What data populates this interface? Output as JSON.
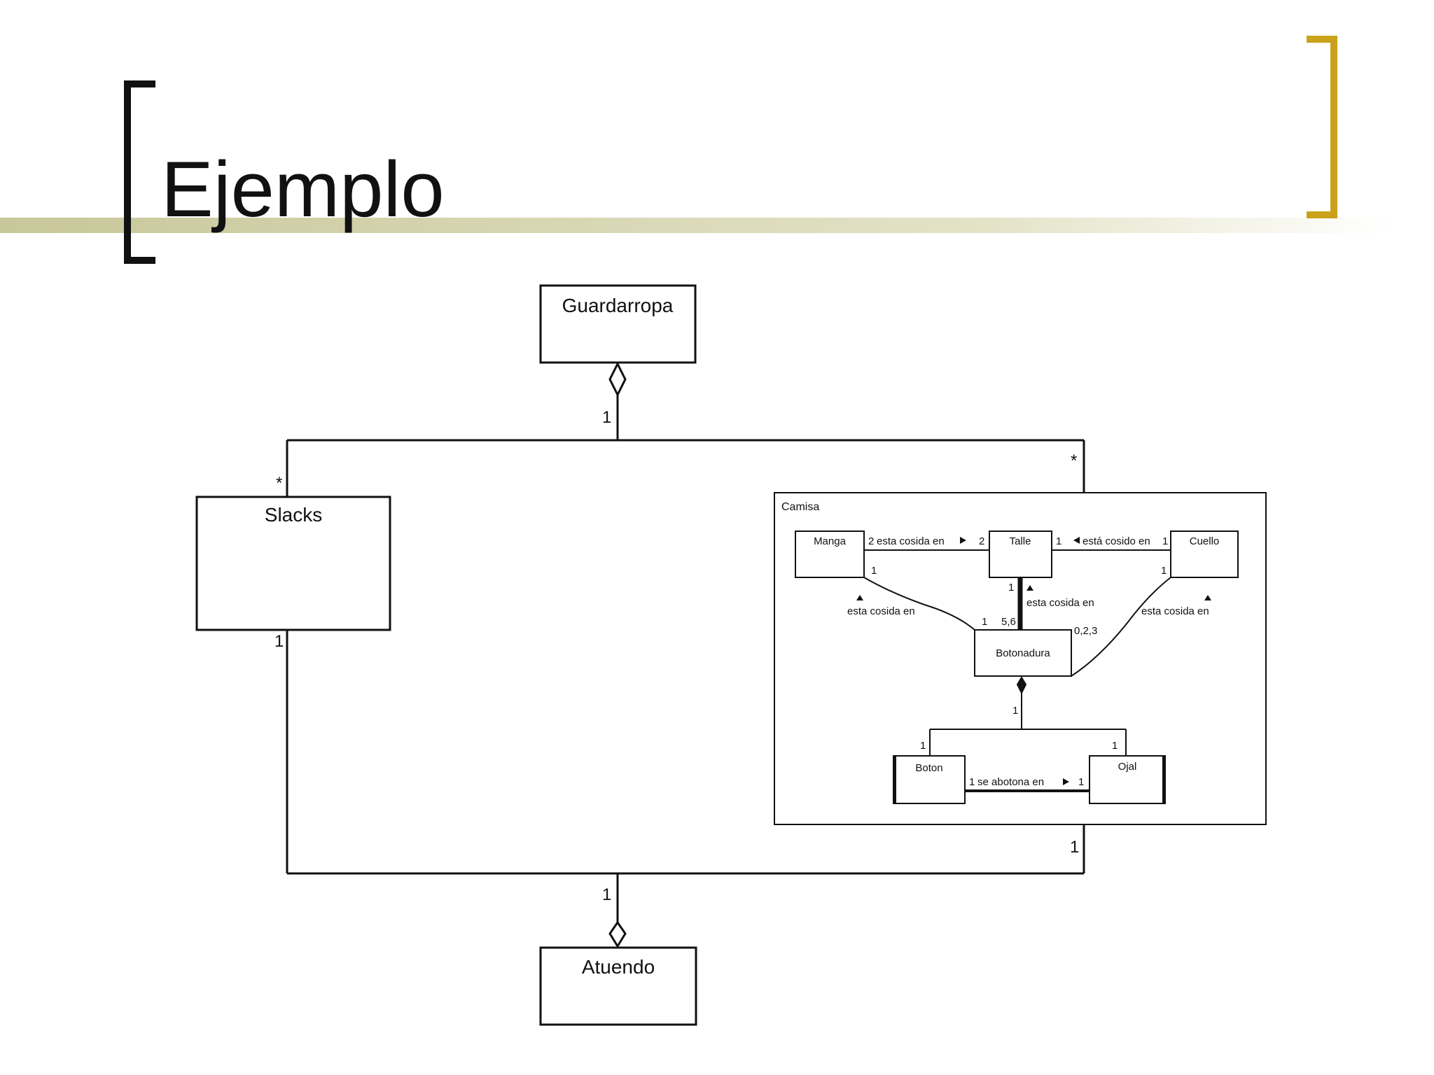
{
  "slide": {
    "title": "Ejemplo",
    "colors": {
      "accent": "#c9a11b",
      "rule": "#c8c79a",
      "bracket_left": "#111111"
    }
  },
  "diagram": {
    "classes": {
      "guardarropa": "Guardarropa",
      "slacks": "Slacks",
      "atuendo": "Atuendo"
    },
    "multiplicities": {
      "guardarropa_end": "1",
      "slacks_top": "*",
      "camisa_top": "*",
      "slacks_bottom": "1",
      "camisa_bottom": "1",
      "atuendo_end": "1"
    },
    "camisa": {
      "label": "Camisa",
      "classes": {
        "manga": "Manga",
        "talle": "Talle",
        "cuello": "Cuello",
        "botonadura": "Botonadura",
        "boton": "Boton",
        "ojal": "Ojal"
      },
      "associations": {
        "manga_talle": "esta cosida en",
        "cuello_talle": "está cosido en",
        "manga_botonadura": "esta cosida en",
        "talle_botonadura": "esta cosida en",
        "cuello_botonadura": "esta cosida en",
        "boton_ojal": "se abotona en"
      },
      "multiplicities": {
        "manga_talle_left": "2",
        "manga_talle_right": "2",
        "cuello_talle_left": "1",
        "cuello_talle_right": "1",
        "manga_down": "1",
        "talle_down": "1",
        "cuello_down": "1",
        "botonadura_left": "1",
        "botonadura_center": "5,6",
        "botonadura_right": "0,2,3",
        "botonadura_down": "1",
        "boton_up": "1",
        "ojal_up": "1",
        "boton_ojal_left": "1",
        "boton_ojal_right": "1"
      }
    }
  }
}
